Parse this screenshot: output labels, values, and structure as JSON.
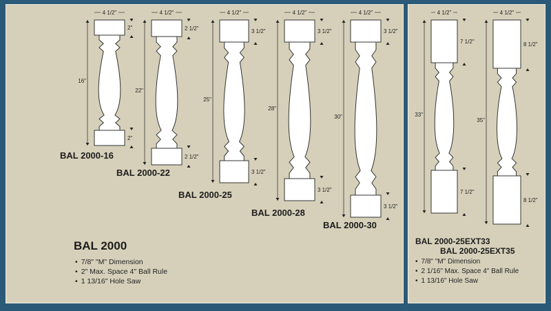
{
  "main_panel": {
    "models": [
      {
        "name": "BAL 2000-16",
        "width": "4 1/2\"",
        "height": "16\"",
        "top_block": "2\"",
        "bottom_block": "2\""
      },
      {
        "name": "BAL 2000-22",
        "width": "4 1/2\"",
        "height": "22\"",
        "top_block": "2 1/2\"",
        "bottom_block": "2 1/2\""
      },
      {
        "name": "BAL 2000-25",
        "width": "4 1/2\"",
        "height": "25\"",
        "top_block": "3 1/2\"",
        "bottom_block": "3 1/2\""
      },
      {
        "name": "BAL 2000-28",
        "width": "4 1/2\"",
        "height": "28\"",
        "top_block": "3 1/2\"",
        "bottom_block": "3 1/2\""
      },
      {
        "name": "BAL 2000-30",
        "width": "4 1/2\"",
        "height": "30\"",
        "top_block": "3 1/2\"",
        "bottom_block": "3 1/2\""
      }
    ],
    "series_title": "BAL 2000",
    "specs": [
      "7/8\" \"M\" Dimension",
      "2\" Max. Space 4\" Ball Rule",
      "1 13/16\" Hole Saw"
    ]
  },
  "ext_panel": {
    "models": [
      {
        "name": "BAL 2000-25EXT33",
        "width": "4 1/2\"",
        "height": "33\"",
        "top_block": "7 1/2\"",
        "bottom_block": "7 1/2\""
      },
      {
        "name": "BAL 2000-25EXT35",
        "width": "4 1/2\"",
        "height": "35\"",
        "top_block": "8 1/2\"",
        "bottom_block": "8 1/2\""
      }
    ],
    "specs": [
      "7/8\" \"M\" Dimension",
      "2 1/16\" Max. Space 4\" Ball Rule",
      "1 13/16\" Hole Saw"
    ]
  },
  "colors": {
    "background": "#2b5a78",
    "panel": "#d6d0ba",
    "baluster": "#ffffff"
  }
}
